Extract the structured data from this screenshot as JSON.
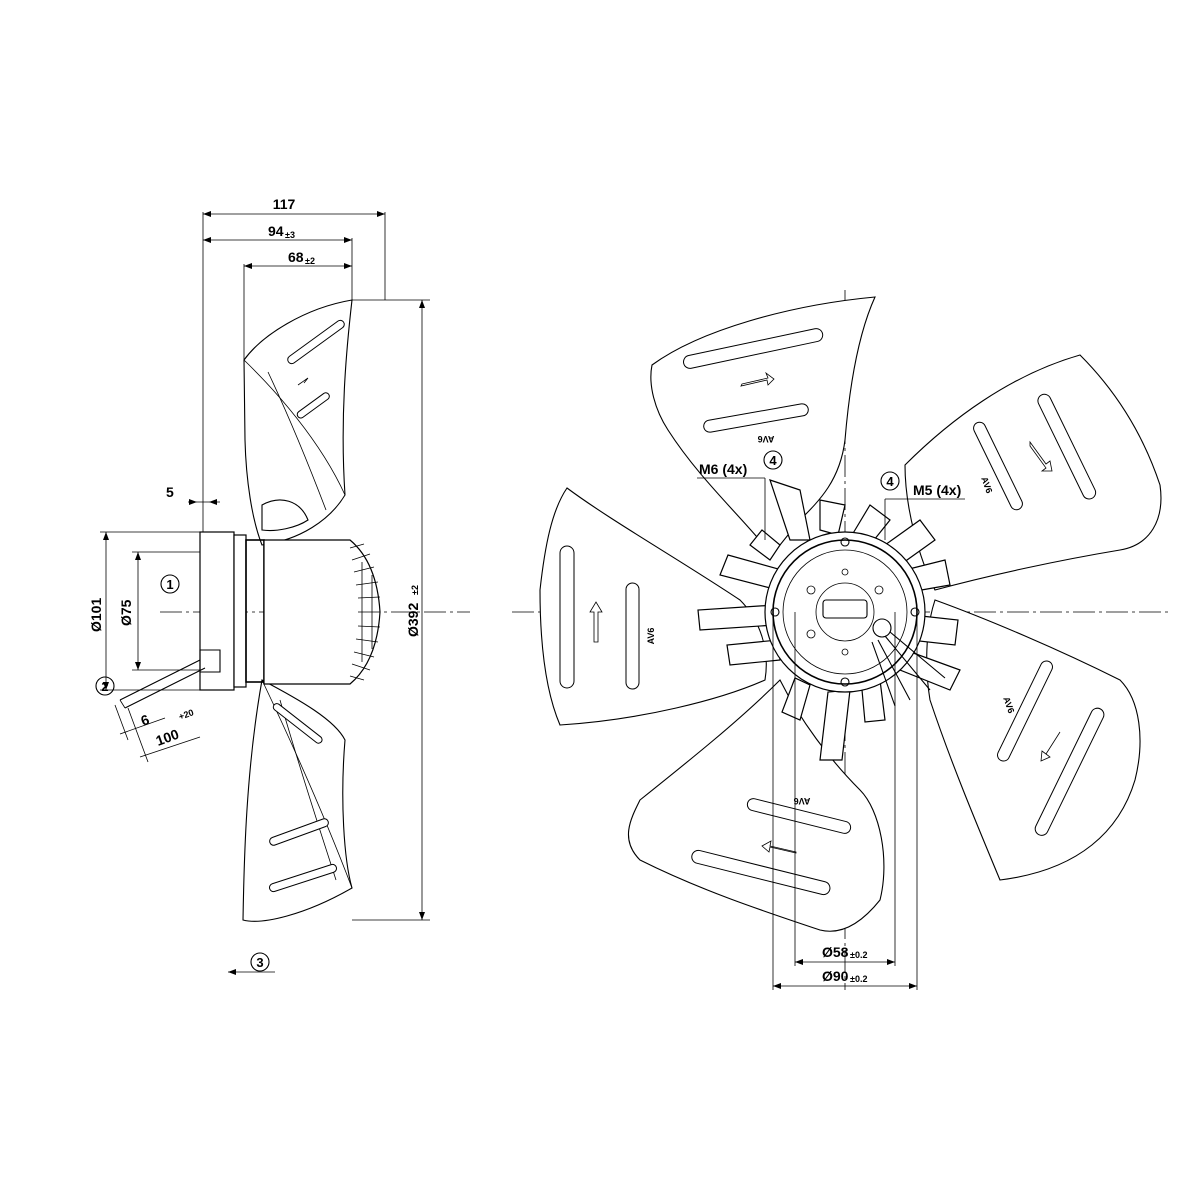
{
  "side_view": {
    "dims": {
      "overall_depth": "117",
      "depth_94": "94",
      "depth_94_tol": "±3",
      "depth_68": "68",
      "depth_68_tol": "±2",
      "flange": "5",
      "dia_101": "Ø101",
      "dia_75": "Ø75",
      "cable_6": "6",
      "cable_100": "100",
      "cable_100_tol": "+20",
      "dia_392": "Ø392",
      "dia_392_tol": "±2"
    },
    "callouts": [
      "1",
      "2",
      "3"
    ]
  },
  "front_view": {
    "labels": {
      "m6": "M6 (4x)",
      "m5": "M5 (4x)",
      "dia_58": "Ø58",
      "dia_58_tol": "±0.2",
      "dia_90": "Ø90",
      "dia_90_tol": "±0.2",
      "blade_mark": "AV6"
    },
    "callouts": [
      "4",
      "4"
    ],
    "blade_count": 5
  }
}
